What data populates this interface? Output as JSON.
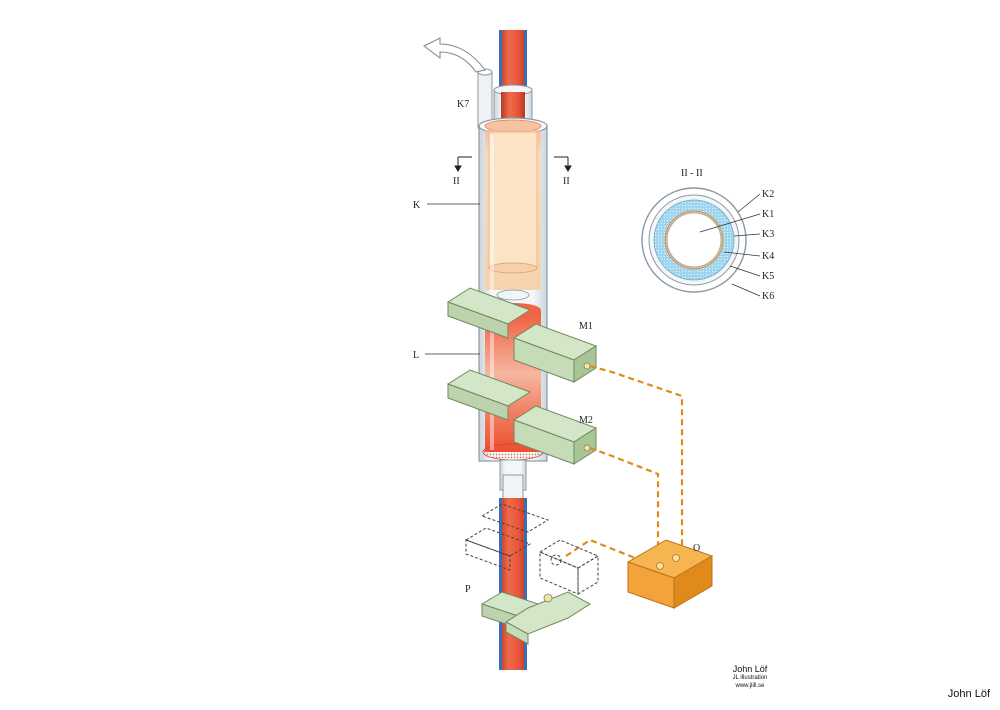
{
  "labels": {
    "k7": "K7",
    "k": "K",
    "l": "L",
    "section_left": "II",
    "section_right": "II",
    "m1": "M1",
    "m2": "M2",
    "o": "O",
    "p": "P"
  },
  "section": {
    "title": "II - II",
    "k2": "K2",
    "k1": "K1",
    "k3": "K3",
    "k4": "K4",
    "k5": "K5",
    "k6": "K6"
  },
  "signature": {
    "name": "John Löf",
    "subtitle": "JL illustration",
    "url": "www.jlill.se"
  },
  "corner_credit": "John Löf",
  "colors": {
    "rod": "#e8553a",
    "rod_stripe": "#3a6fb5",
    "tube_glass": "#dfe6ec",
    "tube_fill_light": "#f8d2a8",
    "tube_fill_hot": "#f0694a",
    "clamp": "#d4e6c8",
    "clamp_stroke": "#6f8a5c",
    "wire": "#e08a1c",
    "box": "#f3a33a",
    "ring_blue": "#9fd6ee"
  }
}
